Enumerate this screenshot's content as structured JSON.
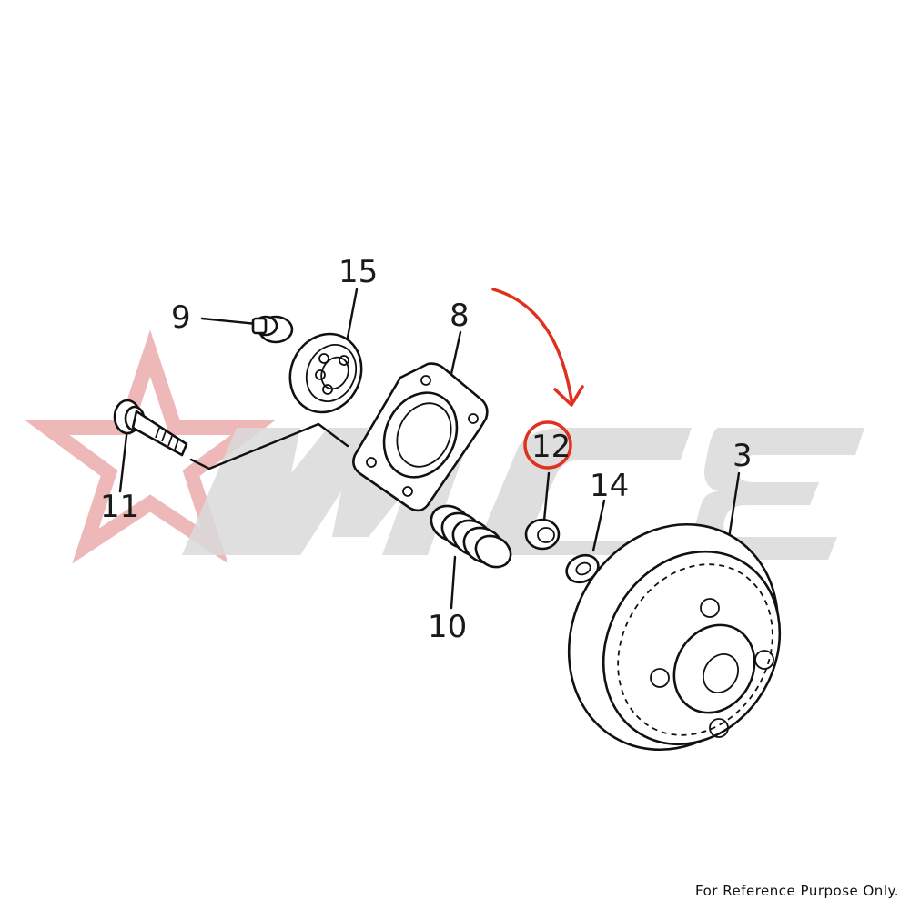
{
  "watermark": {
    "text": "MCE",
    "star_color": "#e8a0a0",
    "text_color": "#d6d6d6"
  },
  "callouts": {
    "c9": "9",
    "c15": "15",
    "c8": "8",
    "c11": "11",
    "c12": "12",
    "c10": "10",
    "c14": "14",
    "c3": "3"
  },
  "highlight": {
    "part": "12",
    "color": "#e0301e"
  },
  "footer": {
    "note": "For Reference Purpose Only."
  }
}
